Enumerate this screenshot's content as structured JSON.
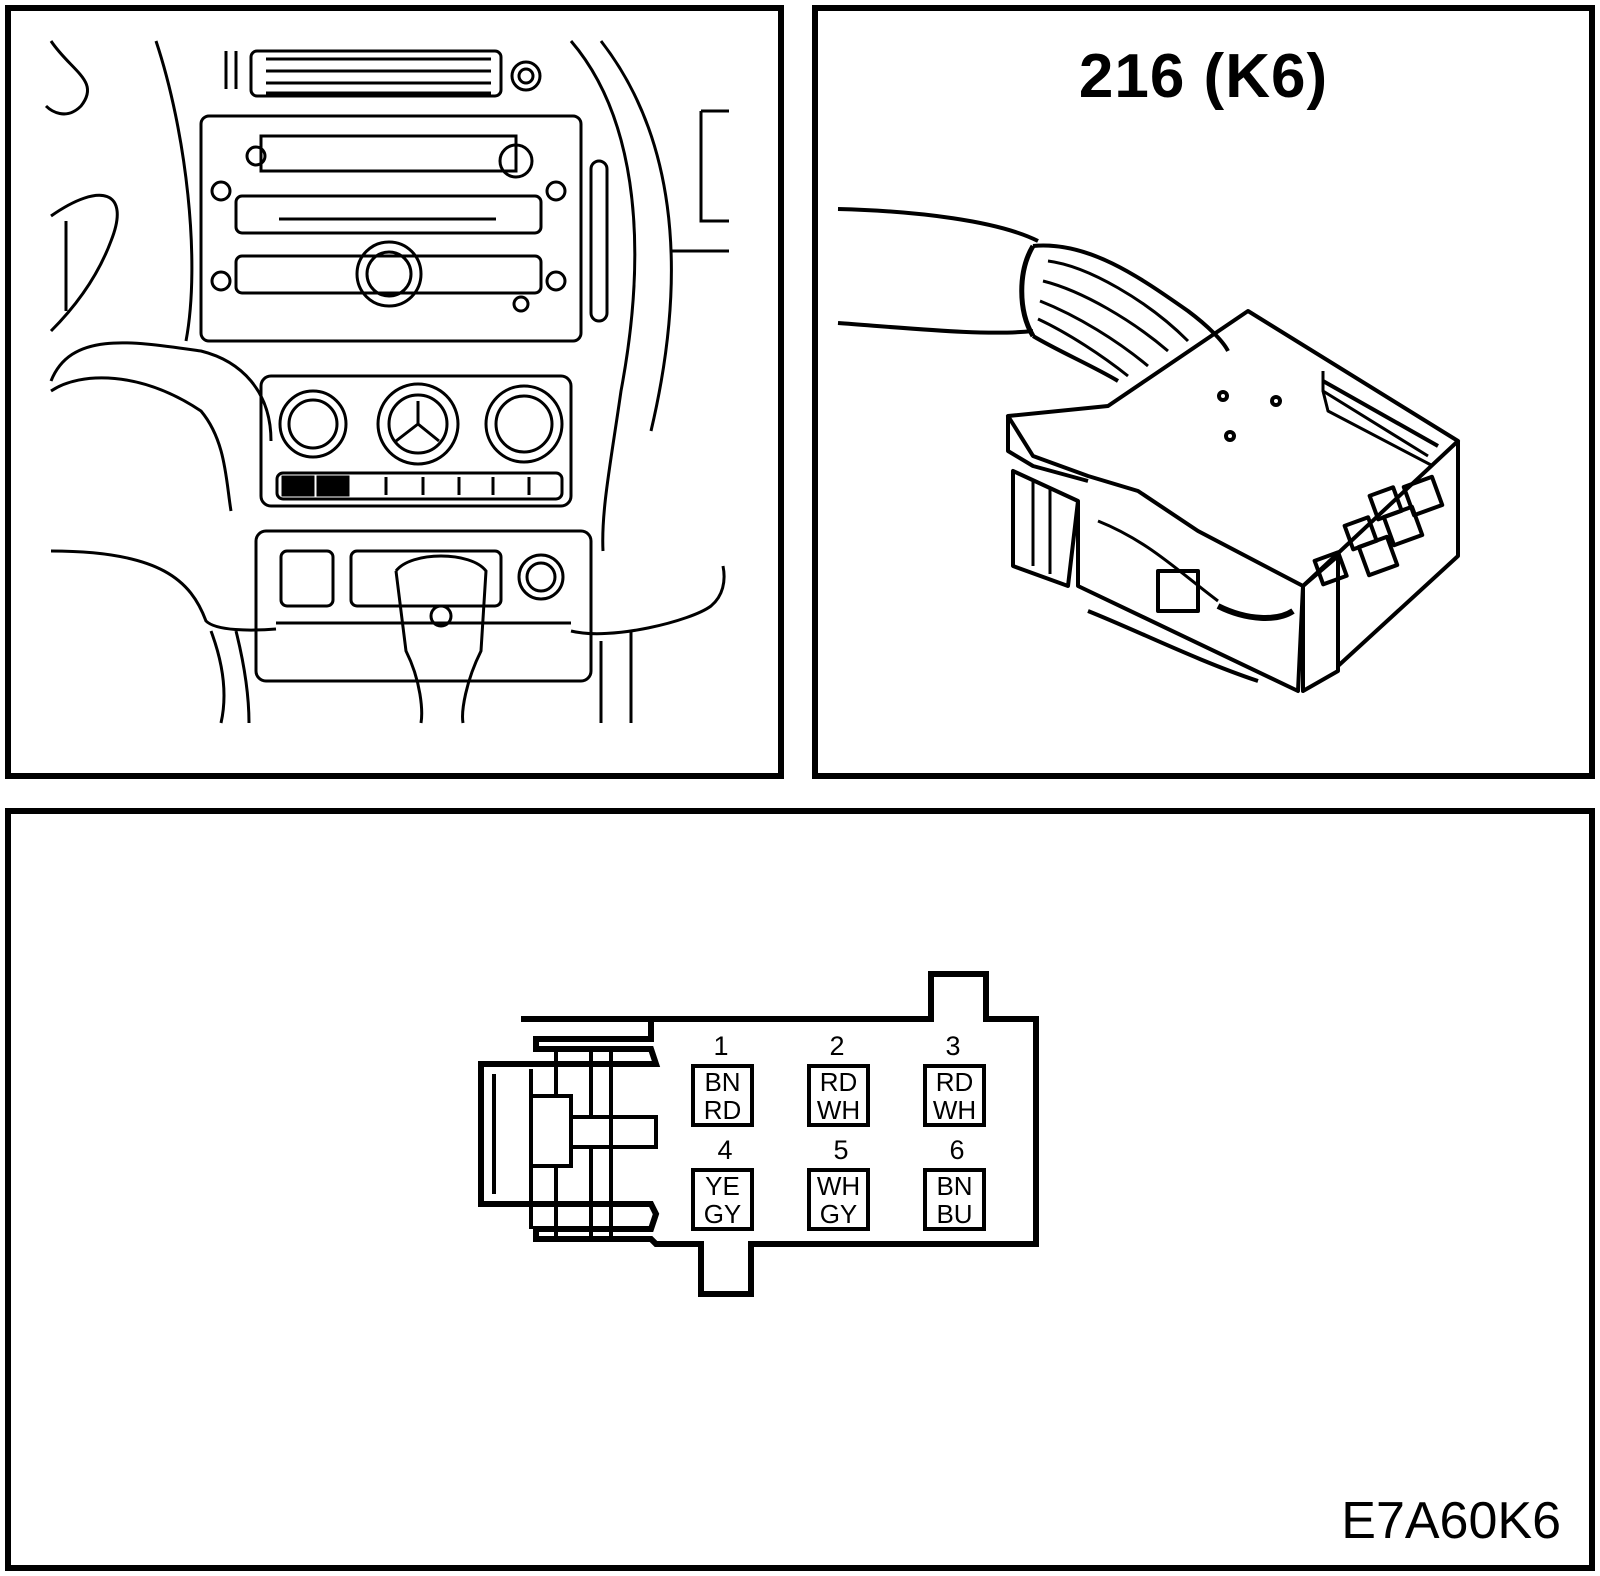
{
  "connector_title": "216 (K6)",
  "figure_code": "E7A60K6",
  "pins": [
    {
      "number": "1",
      "wire_color_1": "BN",
      "wire_color_2": "RD"
    },
    {
      "number": "2",
      "wire_color_1": "RD",
      "wire_color_2": "WH"
    },
    {
      "number": "3",
      "wire_color_1": "RD",
      "wire_color_2": "WH"
    },
    {
      "number": "4",
      "wire_color_1": "YE",
      "wire_color_2": "GY"
    },
    {
      "number": "5",
      "wire_color_1": "WH",
      "wire_color_2": "GY"
    },
    {
      "number": "6",
      "wire_color_1": "BN",
      "wire_color_2": "BU"
    }
  ]
}
